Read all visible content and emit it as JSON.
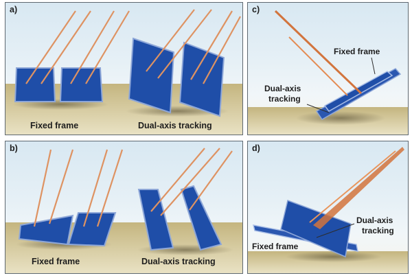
{
  "panels": [
    {
      "id": "a",
      "label": "a)",
      "captions": [
        "Fixed frame",
        "Dual-axis tracking"
      ]
    },
    {
      "id": "b",
      "label": "b)",
      "captions": [
        "Fixed frame",
        "Dual-axis tracking"
      ]
    },
    {
      "id": "c",
      "label": "c)",
      "annotations": [
        "Fixed frame",
        "Dual-axis",
        "tracking"
      ]
    },
    {
      "id": "d",
      "label": "d)",
      "annotations": [
        "Fixed frame",
        "Dual-axis",
        "tracking"
      ]
    }
  ],
  "colors": {
    "panel_blue": "#1f4ea8",
    "panel_edge": "#8ea7d8",
    "ray": "#d2743d",
    "ground": "#b7a770",
    "border": "#5e6870"
  }
}
